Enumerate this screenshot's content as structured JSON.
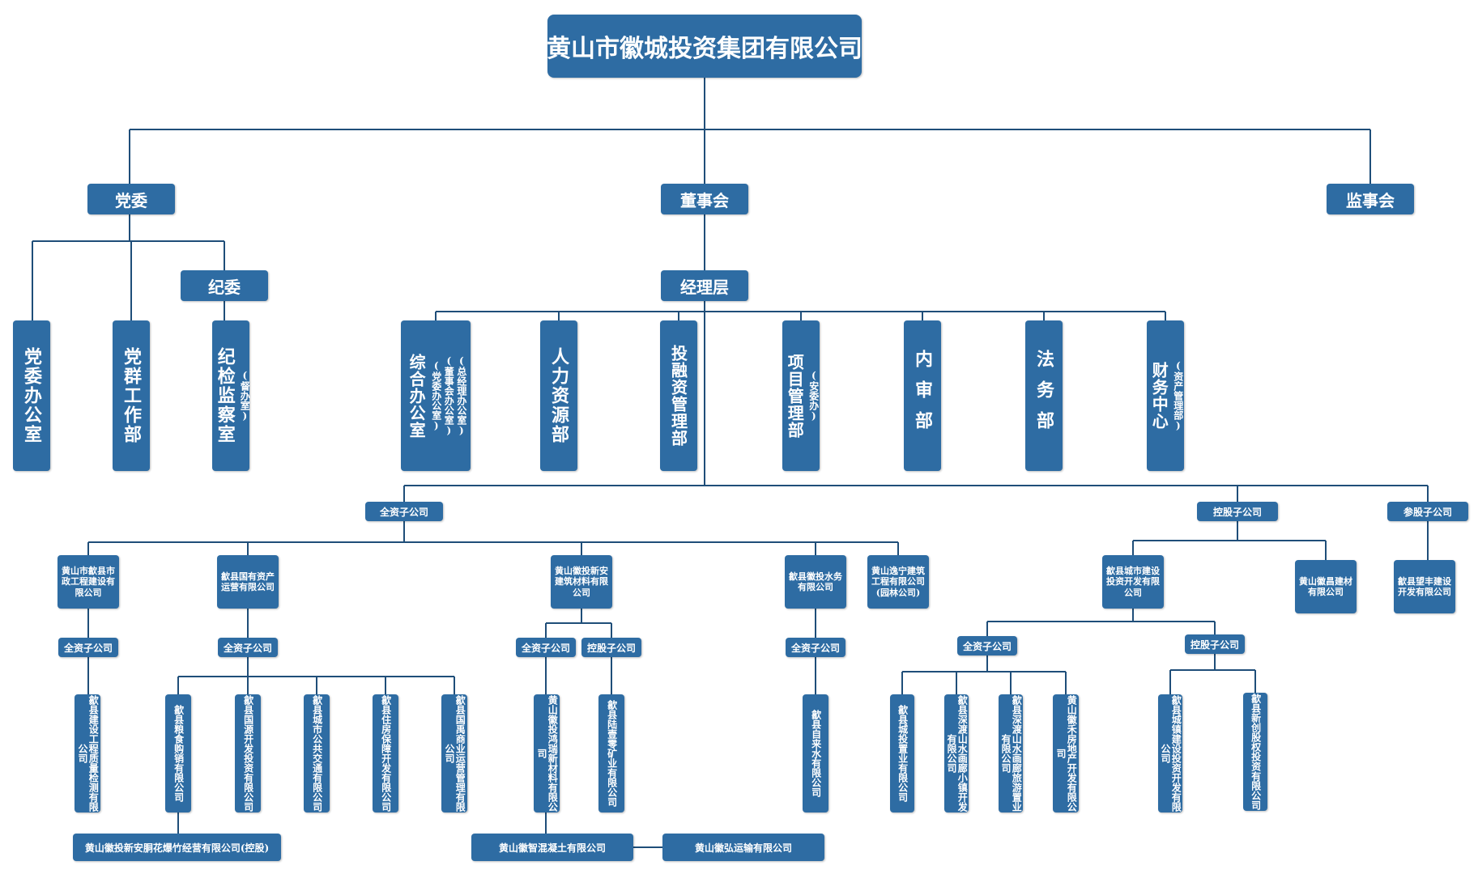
{
  "title": "黄山市徽城投资集团有限公司",
  "top": {
    "party": "党委",
    "board": "董事会",
    "supervisors": "监事会"
  },
  "party_children": {
    "office": "党委办公室",
    "mass_work": "党群工作部",
    "discipline": "纪委",
    "inspection": "纪检监察室",
    "inspection_sub": "(督办室)"
  },
  "management": "经理层",
  "departments": {
    "general_office": "综合办公室",
    "general_office_sub": [
      "(总经理办公室)",
      "(董事会办公室)",
      "(党委办公室)"
    ],
    "hr": "人力资源部",
    "investment": "投融资管理部",
    "project": "项目管理部",
    "project_sub": "(安委办)",
    "audit": "内审部",
    "legal": "法务部",
    "finance": "财务中心",
    "finance_sub": "(资产管理部)"
  },
  "group_labels": {
    "wholly_owned": "全资子公司",
    "holding": "控股子公司",
    "participating": "参股子公司"
  },
  "companies": {
    "municipal": "黄山市歙县市政工程建设有限公司",
    "state_asset": "歙县国有资产运营有限公司",
    "xinan_materials": "黄山徽投新安建筑材料有限公司",
    "water": "歙县徽投水务有限公司",
    "yining": "黄山逸宁建筑工程有限公司(园林公司)",
    "urban_dev": "歙县城市建设投资开发有限公司",
    "huichang": "黄山徽昌建材有限公司",
    "wangfeng": "歙县望丰建设开发有限公司",
    "quality": "歙县建设工程质量检测有限公司",
    "grain": "歙县粮食购销有限公司",
    "guoyuan": "歙县国源开发投资有限公司",
    "transit": "歙县城市公共交通有限公司",
    "housing": "歙县住房保障开发有限公司",
    "commerce": "歙县国禹商业运营管理有限公司",
    "hongrui": "黄山徽投鸿瑞新材料有限公司",
    "luyihu": "歙县陆壹零矿业有限公司",
    "tapwater": "歙县自来水有限公司",
    "chengtou": "歙县城投置业有限公司",
    "shendu_town": "歙县深渡山水画廊小镇开发有限公司",
    "shendu_tour": "歙县深渡山水画廊旅游置业有限公司",
    "huihe": "黄山徽禾房地产开发有限公司",
    "town_dev": "歙县城镇建设投资开发有限公司",
    "xinchuang": "歙县新创股权投资有限公司",
    "fireworks": "黄山徽投新安胴花爆竹经营有限公司(控股)",
    "concrete": "黄山徽智混凝土有限公司",
    "transport": "黄山徽弘运输有限公司"
  },
  "colors": {
    "box": "#2e6ca3",
    "line": "#1f4e79",
    "background": "#ffffff"
  }
}
